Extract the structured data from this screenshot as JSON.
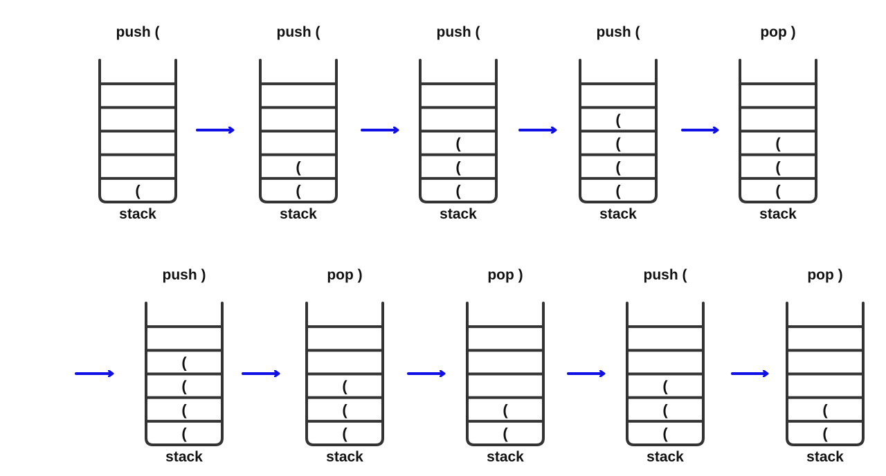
{
  "diagram": {
    "colors": {
      "arrow": "#1010e6",
      "stack_outline": "#333333",
      "text": "#111111"
    },
    "stack_label": "stack",
    "slot_count": 6,
    "steps": [
      {
        "operation": "push (",
        "contents": [
          "("
        ]
      },
      {
        "operation": "push (",
        "contents": [
          "(",
          "("
        ]
      },
      {
        "operation": "push (",
        "contents": [
          "(",
          "(",
          "("
        ]
      },
      {
        "operation": "push (",
        "contents": [
          "(",
          "(",
          "(",
          "("
        ]
      },
      {
        "operation": "pop )",
        "contents": [
          "(",
          "(",
          "("
        ]
      },
      {
        "operation": "push )",
        "contents": [
          "(",
          "(",
          "(",
          "("
        ]
      },
      {
        "operation": "pop )",
        "contents": [
          "(",
          "(",
          "("
        ]
      },
      {
        "operation": "pop )",
        "contents": [
          "(",
          "("
        ]
      },
      {
        "operation": "push (",
        "contents": [
          "(",
          "(",
          "("
        ]
      },
      {
        "operation": "pop )",
        "contents": [
          "(",
          "("
        ]
      }
    ]
  }
}
